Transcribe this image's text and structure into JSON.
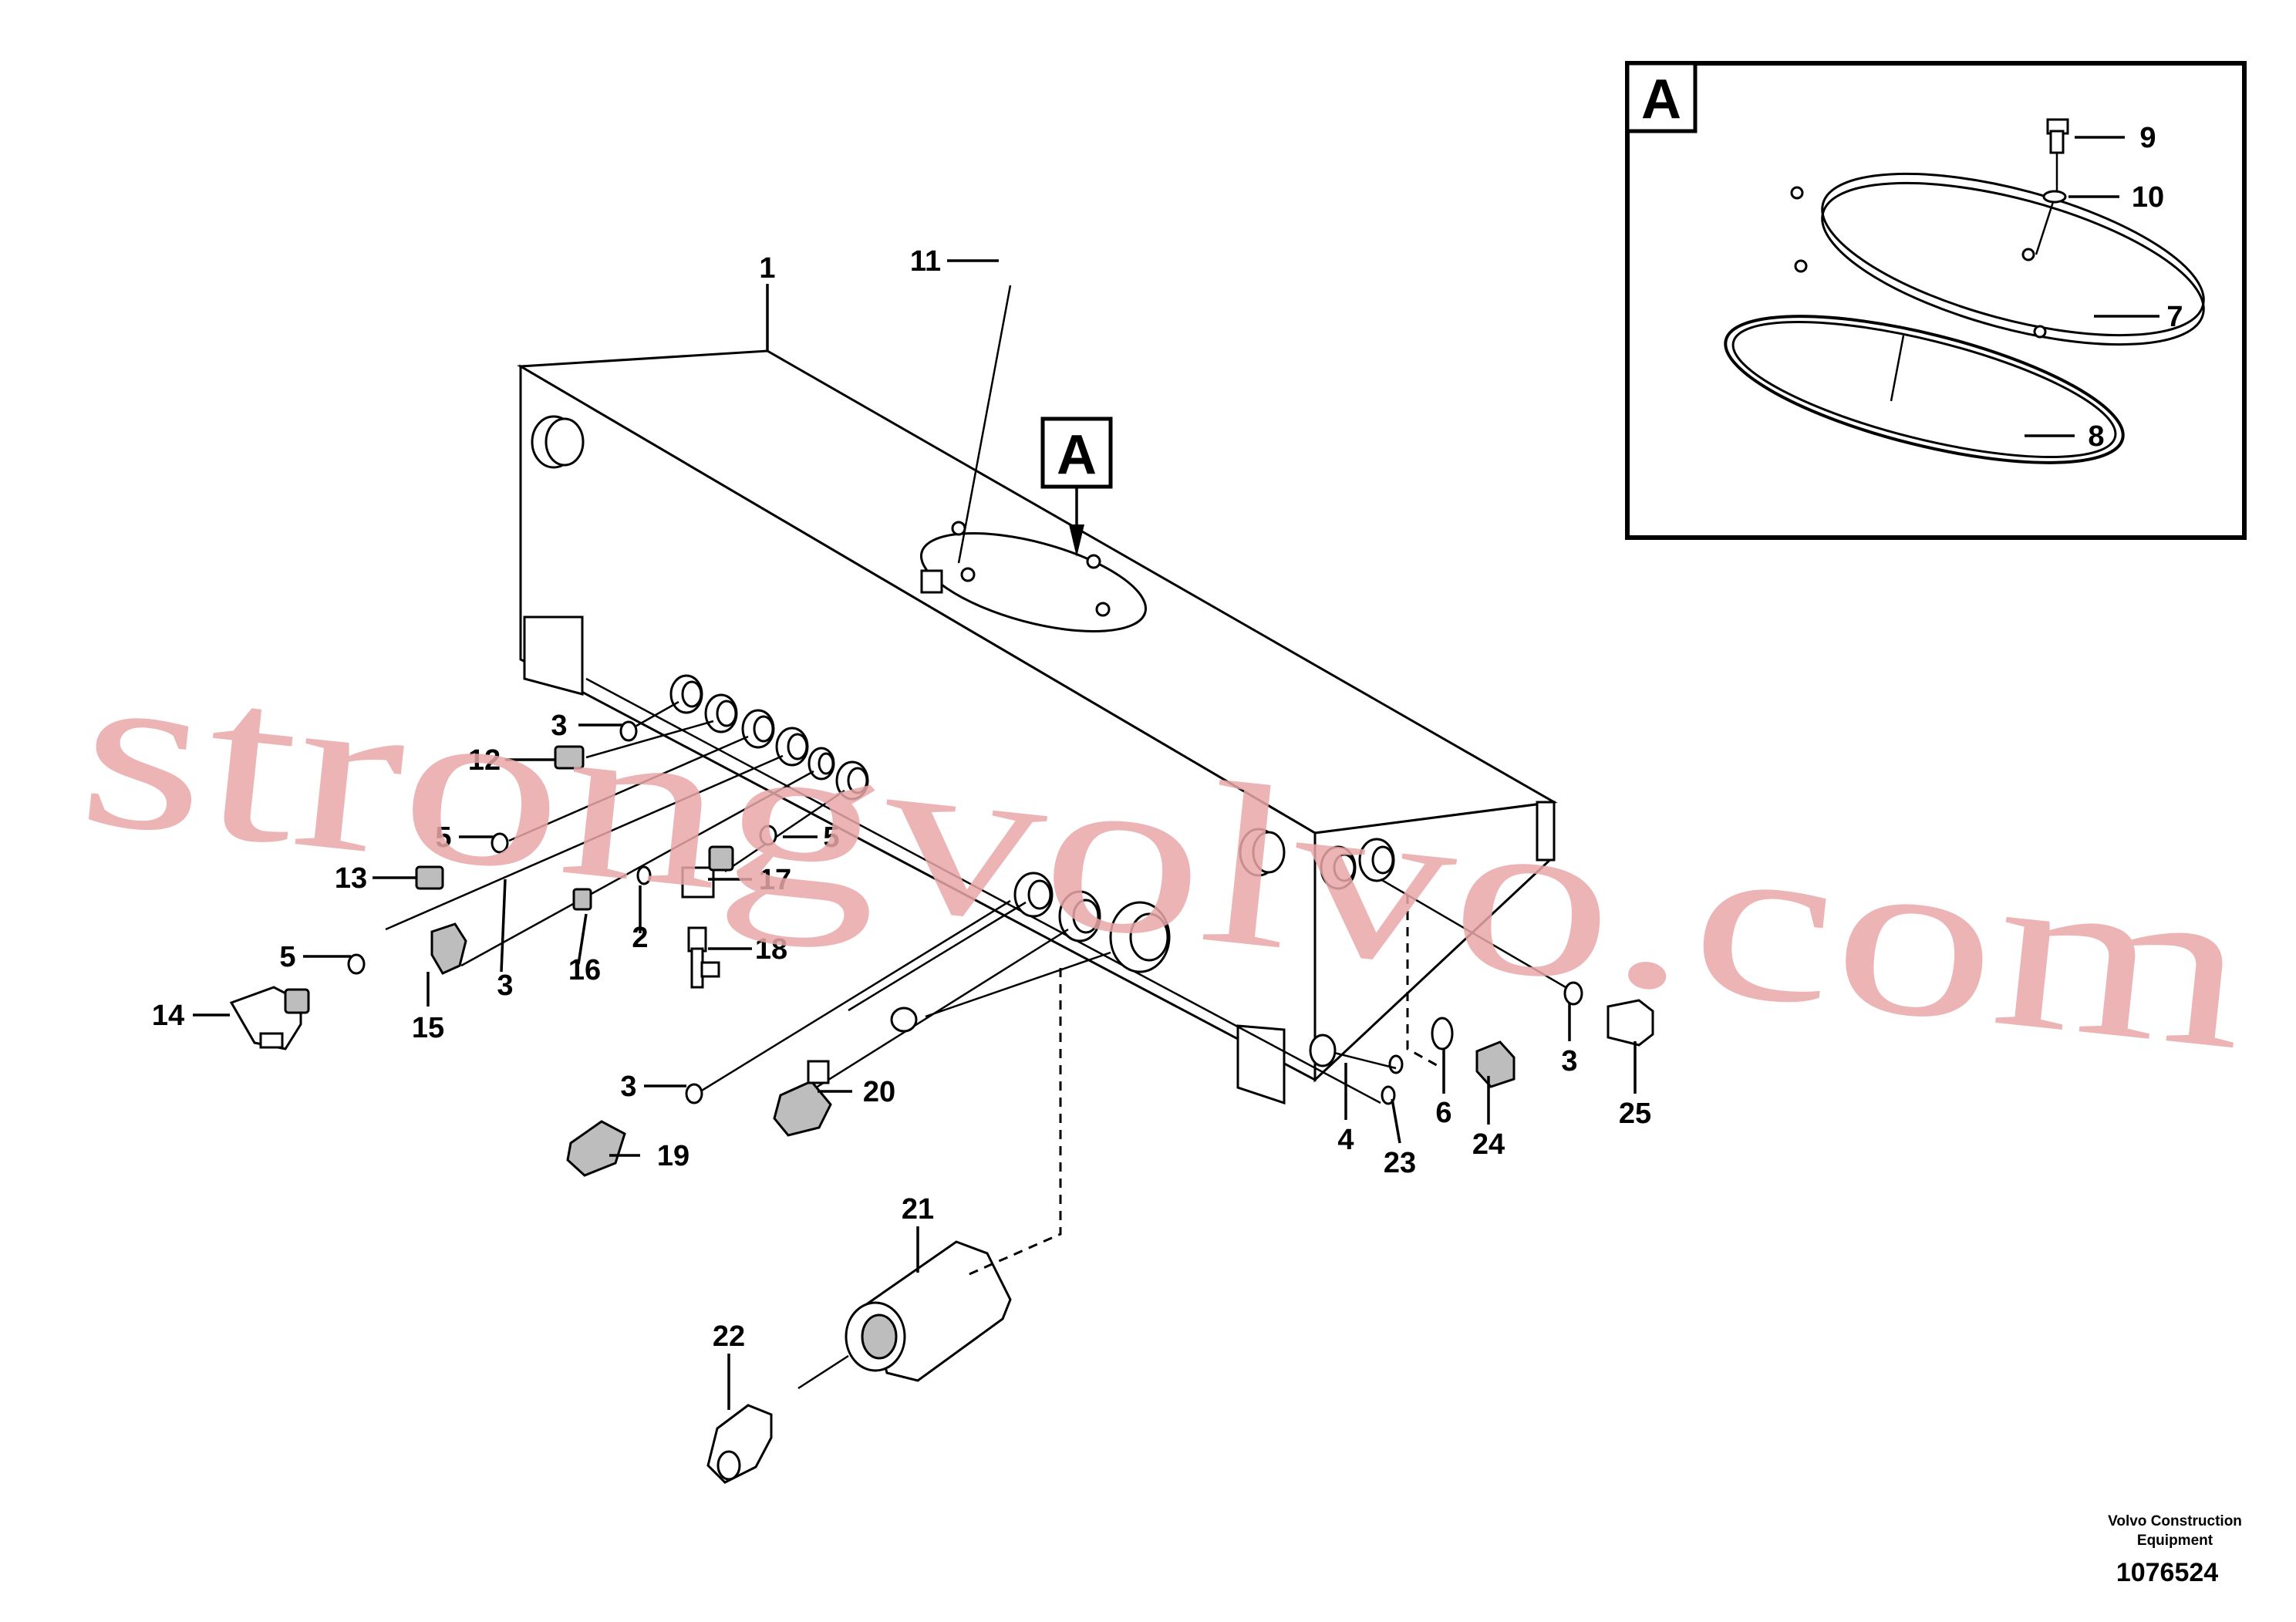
{
  "watermark": "strongvolvo.com",
  "detail": {
    "letter": "A"
  },
  "callouts": [
    "1",
    "2",
    "3",
    "4",
    "5",
    "6",
    "7",
    "8",
    "9",
    "10",
    "11",
    "12",
    "13",
    "14",
    "15",
    "16",
    "17",
    "18",
    "19",
    "20",
    "21",
    "22",
    "23",
    "24",
    "25"
  ],
  "footer": {
    "company_line1": "Volvo Construction",
    "company_line2": "Equipment",
    "drawing_number": "1076524"
  }
}
